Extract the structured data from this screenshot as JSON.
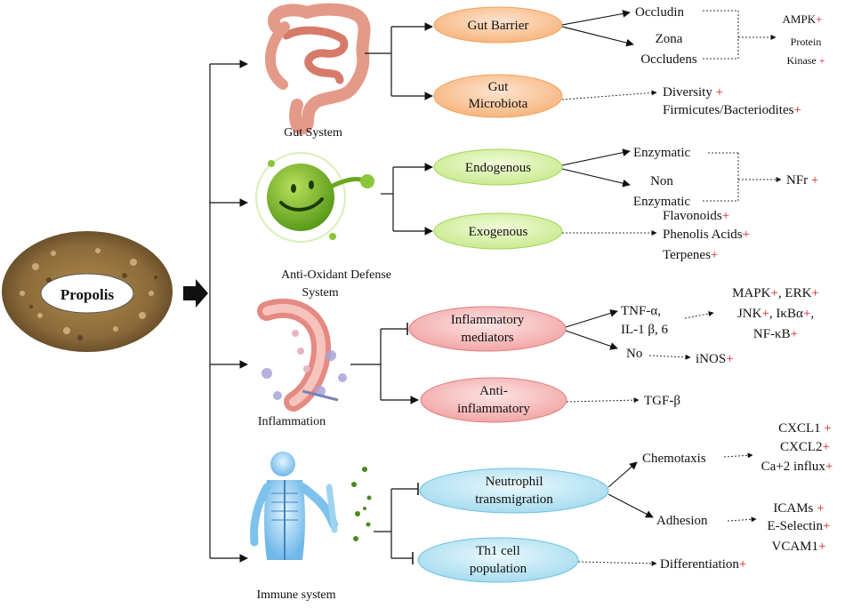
{
  "title": "Propolis",
  "colors": {
    "gut_node": "#f7b57e",
    "antioxidant_node": "#c9ea8e",
    "inflammation_node": "#f2a6a6",
    "immune_node": "#a6dcef",
    "plus_sign": "#cc1f1f"
  },
  "symbols": {
    "plus": "+",
    "comma": ","
  },
  "sections": {
    "gut": {
      "label": "Gut System"
    },
    "antioxidant": {
      "label_line1": "Anti-Oxidant  Defense",
      "label_line2": "System"
    },
    "inflammation": {
      "label": "Inflammation"
    },
    "immune": {
      "label": "Immune system"
    }
  },
  "nodes": {
    "gut_barrier": "Gut Barrier",
    "gut_microbiota_line1": "Gut",
    "gut_microbiota_line2": "Microbiota",
    "endogenous": "Endogenous",
    "exogenous": "Exogenous",
    "inflammatory_line1": "Inflammatory",
    "inflammatory_line2": "mediators",
    "anti_inflammatory_line1": "Anti-",
    "anti_inflammatory_line2": "inflammatory",
    "neutrophil_line1": "Neutrophil",
    "neutrophil_line2": "transmigration",
    "th1_line1": "Th1 cell",
    "th1_line2": "population"
  },
  "outcomes": {
    "occludin": "Occludin",
    "zona": "Zona",
    "occludens": "Occludens",
    "ampk": "AMPK",
    "protein": "Protein",
    "kinase": "Kinase ",
    "diversity": "Diversity ",
    "firmicutes": "Firmicutes/Bacteriodites",
    "enzymatic": "Enzymatic",
    "non": "Non",
    "non_enzymatic": "Enzymatic",
    "nfr": "NFr ",
    "flavonoids": "Flavonoids",
    "phenolis": "Phenolis Acids",
    "terpenes": "Terpenes",
    "tnf": "TNF-α,",
    "il": "IL-1 β, 6",
    "no": "No",
    "inos": "iNOS",
    "mapk": "MAPK",
    "erk": ", ERK",
    "jnk": "JNK",
    "ikba": ", IκBα",
    "nfkb": "NF-κB",
    "tgf": "TGF-β",
    "chemotaxis": "Chemotaxis",
    "cxcl1": "CXCL1 ",
    "cxcl2": "CXCL2",
    "ca": "Ca+2 influx",
    "adhesion": "Adhesion",
    "icams": "ICAMs ",
    "eselectin": "E-Selectin",
    "vcam": "VCAM1",
    "differentiation": "Differentiation"
  }
}
